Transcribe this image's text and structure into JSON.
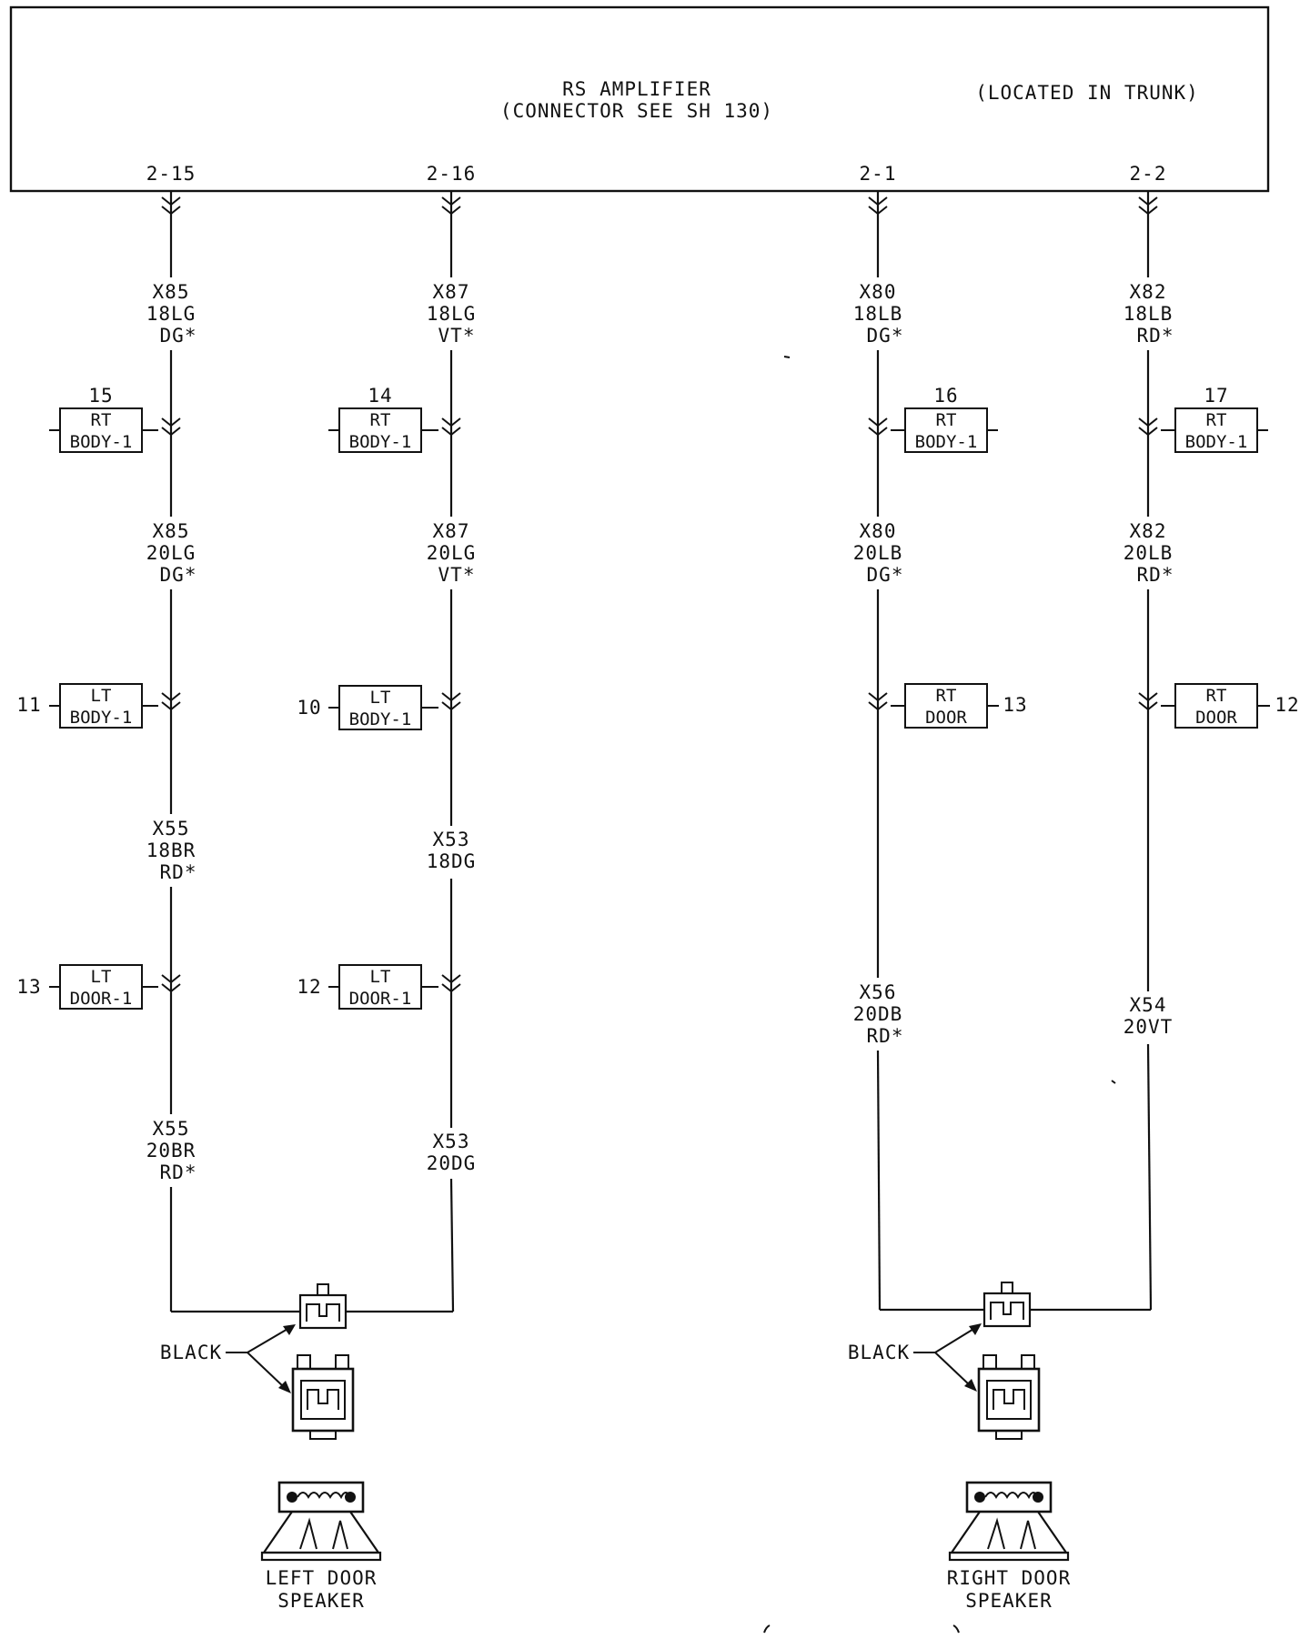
{
  "amplifier": {
    "title_line1": "RS AMPLIFIER",
    "title_line2": "(CONNECTOR SEE SH 130)",
    "location": "(LOCATED IN TRUNK)"
  },
  "pins": [
    "2-15",
    "2-16",
    "2-1",
    "2-2"
  ],
  "wires": {
    "w1": {
      "line1": "X85",
      "line2": "18LG",
      "line3": "DG*"
    },
    "w2": {
      "line1": "X87",
      "line2": "18LG",
      "line3": "VT*"
    },
    "w3": {
      "line1": "X80",
      "line2": "18LB",
      "line3": "DG*"
    },
    "w4": {
      "line1": "X82",
      "line2": "18LB",
      "line3": "RD*"
    },
    "w5": {
      "line1": "X85",
      "line2": "20LG",
      "line3": "DG*"
    },
    "w6": {
      "line1": "X87",
      "line2": "20LG",
      "line3": "VT*"
    },
    "w7": {
      "line1": "X80",
      "line2": "20LB",
      "line3": "DG*"
    },
    "w8": {
      "line1": "X82",
      "line2": "20LB",
      "line3": "RD*"
    },
    "w9": {
      "line1": "X55",
      "line2": "18BR",
      "line3": "RD*"
    },
    "w10": {
      "line1": "X53",
      "line2": "18DG"
    },
    "w11": {
      "line1": "X56",
      "line2": "20DB",
      "line3": "RD*"
    },
    "w12": {
      "line1": "X54",
      "line2": "20VT"
    },
    "w13": {
      "line1": "X55",
      "line2": "20BR",
      "line3": "RD*"
    },
    "w14": {
      "line1": "X53",
      "line2": "20DG"
    }
  },
  "connectors": {
    "c1": {
      "pin": "15",
      "line1": "RT",
      "line2": "BODY-1"
    },
    "c2": {
      "pin": "14",
      "line1": "RT",
      "line2": "BODY-1"
    },
    "c3": {
      "pin": "16",
      "line1": "RT",
      "line2": "BODY-1"
    },
    "c4": {
      "pin": "17",
      "line1": "RT",
      "line2": "BODY-1"
    },
    "c5": {
      "pin": "11",
      "line1": "LT",
      "line2": "BODY-1"
    },
    "c6": {
      "pin": "10",
      "line1": "LT",
      "line2": "BODY-1"
    },
    "c7": {
      "pin": "13",
      "line1": "RT",
      "line2": "DOOR"
    },
    "c8": {
      "pin": "12",
      "line1": "RT",
      "line2": "DOOR"
    },
    "c9": {
      "pin": "13",
      "line1": "LT",
      "line2": "DOOR-1"
    },
    "c10": {
      "pin": "12",
      "line1": "LT",
      "line2": "DOOR-1"
    }
  },
  "connector_color": {
    "left": "BLACK",
    "right": "BLACK"
  },
  "speakers": {
    "left": {
      "line1": "LEFT DOOR",
      "line2": "SPEAKER"
    },
    "right": {
      "line1": "RIGHT DOOR",
      "line2": "SPEAKER"
    }
  },
  "colors": {
    "ink": "#111111",
    "background": "#ffffff"
  }
}
